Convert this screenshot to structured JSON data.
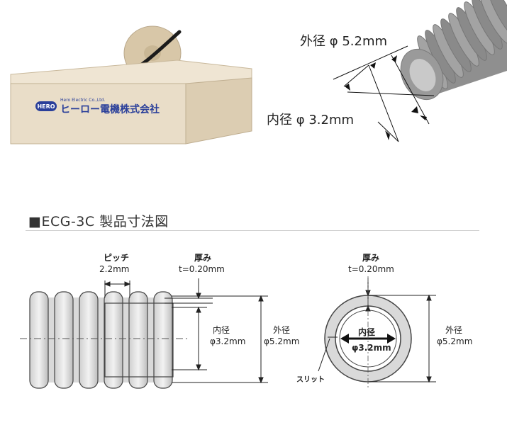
{
  "photo": {
    "box_brand_en": "Hero Electric Co.,Ltd.",
    "box_brand_jp": "ヒーロー電機株式会社",
    "box_logo": "HERO"
  },
  "tube_photo": {
    "outer_label": "外径 φ 5.2mm",
    "inner_label": "内径 φ 3.2mm"
  },
  "section": {
    "title": "■ECG-3C 製品寸法図"
  },
  "side_view": {
    "pitch_label": "ピッチ",
    "pitch_value": "2.2mm",
    "thickness_label": "厚み",
    "thickness_value": "t=0.20mm",
    "inner_label": "内径",
    "inner_value": "φ3.2mm",
    "outer_label": "外径",
    "outer_value": "φ5.2mm"
  },
  "cross_view": {
    "thickness_label": "厚み",
    "thickness_value": "t=0.20mm",
    "inner_label": "内径",
    "inner_value": "φ3.2mm",
    "outer_label": "外径",
    "outer_value": "φ5.2mm",
    "slit_label": "スリット"
  },
  "colors": {
    "tube_fill": "#dcdcdc",
    "tube_stroke": "#444444",
    "box_cardboard": "#e9ddc8",
    "logo_blue": "#2a3f9a"
  }
}
